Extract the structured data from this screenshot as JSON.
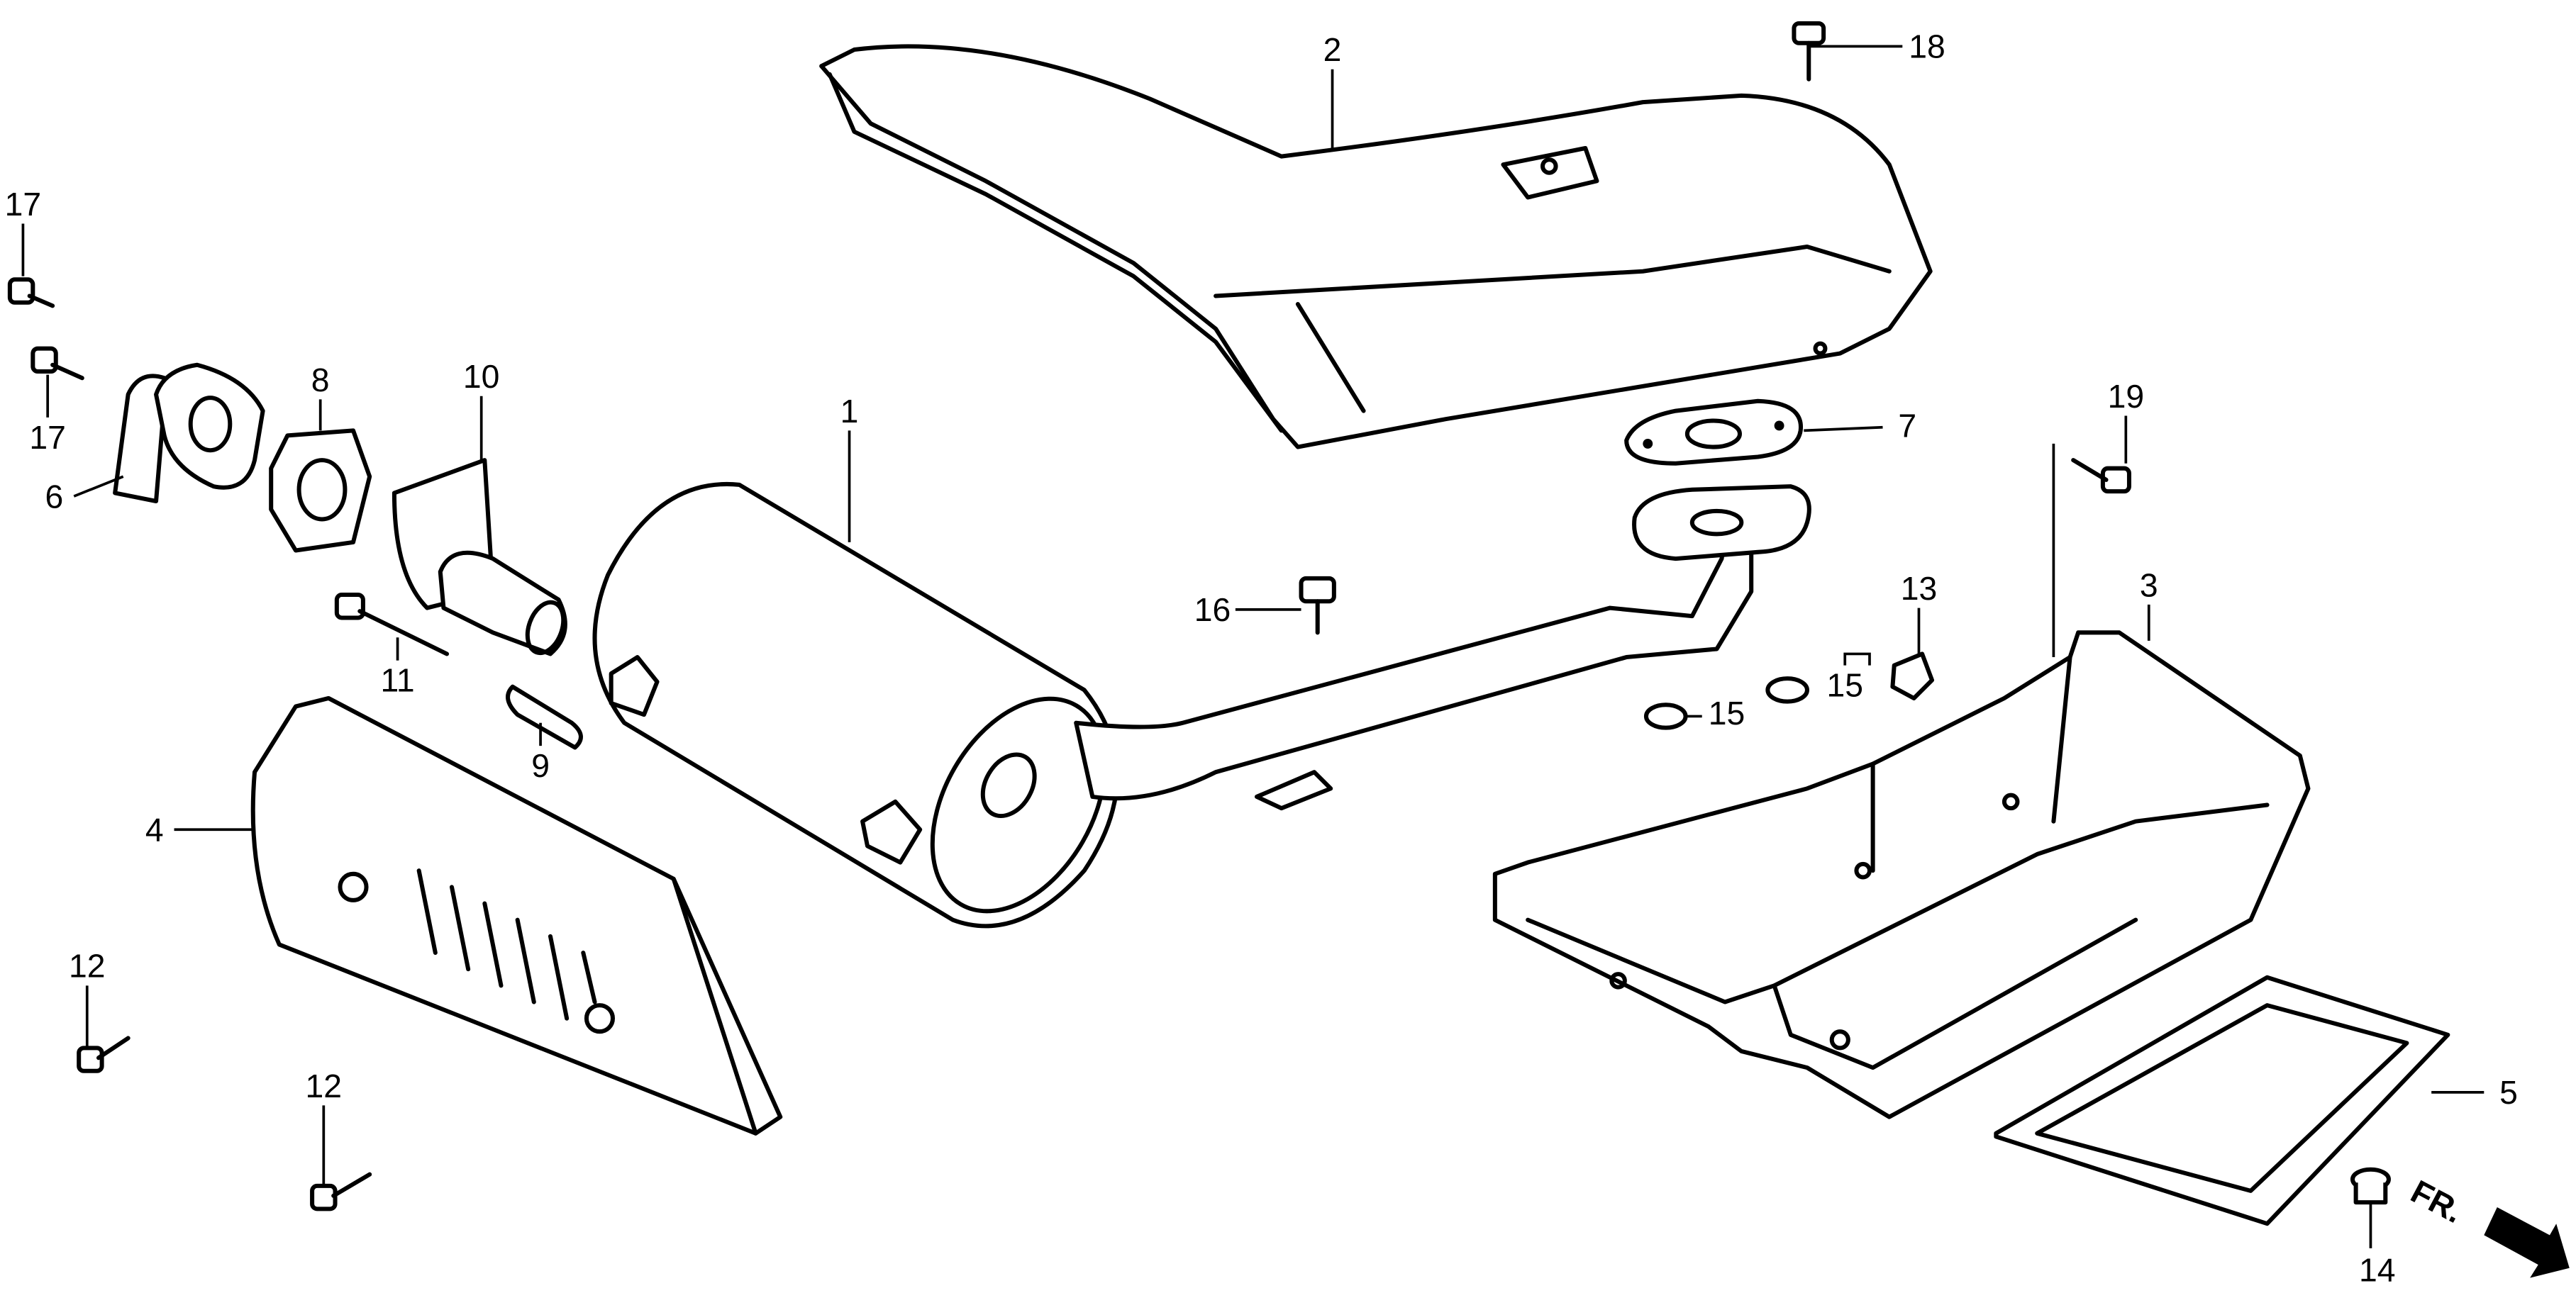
{
  "diagram": {
    "type": "exploded parts diagram",
    "direction_label": "FR.",
    "callouts": [
      {
        "id": "1"
      },
      {
        "id": "2"
      },
      {
        "id": "3"
      },
      {
        "id": "4"
      },
      {
        "id": "5"
      },
      {
        "id": "6"
      },
      {
        "id": "7"
      },
      {
        "id": "8"
      },
      {
        "id": "9"
      },
      {
        "id": "10"
      },
      {
        "id": "11"
      },
      {
        "id": "12"
      },
      {
        "id": "12"
      },
      {
        "id": "13"
      },
      {
        "id": "14"
      },
      {
        "id": "15"
      },
      {
        "id": "15"
      },
      {
        "id": "16"
      },
      {
        "id": "17"
      },
      {
        "id": "17"
      },
      {
        "id": "18"
      },
      {
        "id": "19"
      }
    ]
  }
}
